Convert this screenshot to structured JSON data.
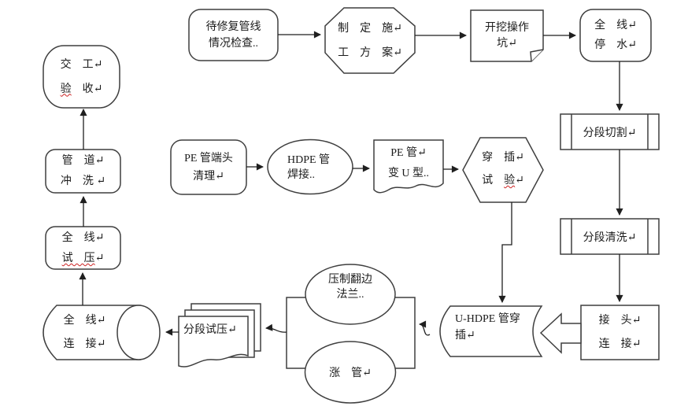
{
  "colors": {
    "background": "#ffffff",
    "shape_stroke": "#3f3f3f",
    "connector": "#1f1f1f",
    "text": "#1b1b1b",
    "spellcheck_squiggle": "#cc2222"
  },
  "nodes": {
    "inspect": {
      "l1": "待修复管线",
      "l2": "情况检查.."
    },
    "plan": {
      "l1": "制　定　施↵",
      "l2": "工　方　案↵"
    },
    "dig": {
      "l1": "开挖操作",
      "l2": "坑↵"
    },
    "stop_water": {
      "l1": "全　线↵",
      "l2": "停　水↵"
    },
    "cut": {
      "l1": "分段切割↵"
    },
    "clean": {
      "l1": "分段清洗↵"
    },
    "joint": {
      "l1": "接　头↵",
      "l2": "连　接↵"
    },
    "pe_clean": {
      "l1": "PE 管端头",
      "l2": "清理↵"
    },
    "weld": {
      "l1": "HDPE 管",
      "l2": "焊接.."
    },
    "u_shape": {
      "l1": "PE 管↵",
      "l2": "变 U 型.."
    },
    "test_insert": {
      "l1": "穿　插↵",
      "l2a": "试　",
      "l2b": "验",
      "l2c": "↵"
    },
    "insert": {
      "l1": "U-HDPE 管穿",
      "l2": "插↵"
    },
    "flange": {
      "l1": "压制翻边",
      "l2": "法兰.."
    },
    "expand": {
      "l1": "涨　管↵"
    },
    "seg_test": {
      "l1": "分段试压↵"
    },
    "connect": {
      "l1": "全　线↵",
      "l2": "连　接↵"
    },
    "line_test": {
      "l1": "全　线↵",
      "l2a": "试　压",
      "l2b": "↵"
    },
    "flush": {
      "l1": "管　道↵",
      "l2": "冲　洗 ↵"
    },
    "accept": {
      "l1": "交　工↵",
      "l2a": "验",
      "l2b": "　收↵"
    }
  }
}
